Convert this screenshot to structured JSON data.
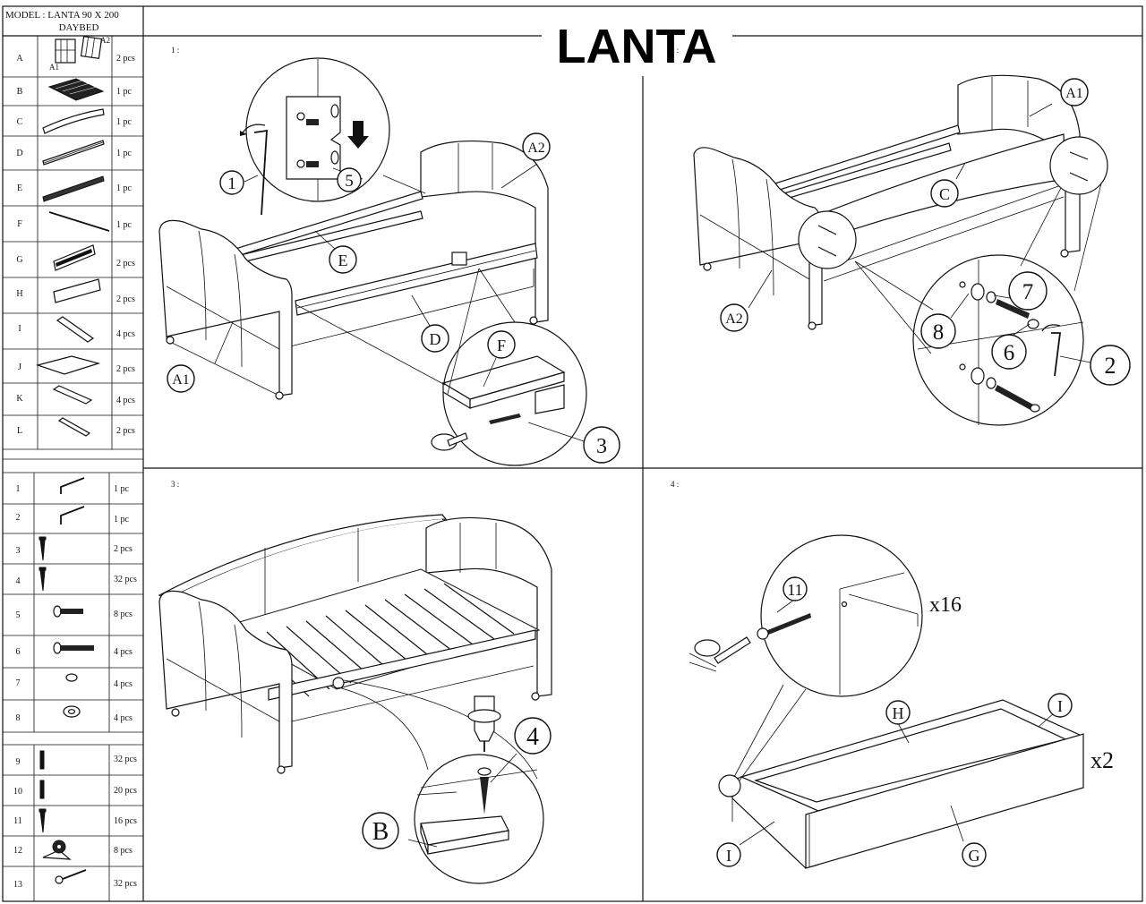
{
  "header": {
    "model_line1": "MODEL :  LANTA 90 X 200",
    "model_line2": "DAYBED",
    "brand_title": "LANTA"
  },
  "parts": [
    {
      "letter": "A",
      "qty": "2 pcs"
    },
    {
      "letter": "B",
      "qty": "1 pc"
    },
    {
      "letter": "C",
      "qty": "1 pc"
    },
    {
      "letter": "D",
      "qty": "1 pc"
    },
    {
      "letter": "E",
      "qty": "1 pc"
    },
    {
      "letter": "F",
      "qty": "1 pc"
    },
    {
      "letter": "G",
      "qty": "2 pcs"
    },
    {
      "letter": "H",
      "qty": "2 pcs"
    },
    {
      "letter": "I",
      "qty": "4 pcs"
    },
    {
      "letter": "J",
      "qty": "2 pcs"
    },
    {
      "letter": "K",
      "qty": "4 pcs"
    },
    {
      "letter": "L",
      "qty": "2 pcs"
    }
  ],
  "part_a_labels": {
    "a1": "A1",
    "a2": "A2"
  },
  "hardware_group1": [
    {
      "number": "1",
      "qty": "1 pc"
    },
    {
      "number": "2",
      "qty": "1 pc"
    },
    {
      "number": "3",
      "qty": "2 pcs"
    },
    {
      "number": "4",
      "qty": "32 pcs"
    },
    {
      "number": "5",
      "qty": "8 pcs"
    },
    {
      "number": "6",
      "qty": "4 pcs"
    },
    {
      "number": "7",
      "qty": "4 pcs"
    },
    {
      "number": "8",
      "qty": "4 pcs"
    }
  ],
  "hardware_group2": [
    {
      "number": "9",
      "qty": "32 pcs"
    },
    {
      "number": "10",
      "qty": "20 pcs"
    },
    {
      "number": "11",
      "qty": "16 pcs"
    },
    {
      "number": "12",
      "qty": "8 pcs"
    },
    {
      "number": "13",
      "qty": "32 pcs"
    }
  ],
  "steps": [
    {
      "number": "1 :"
    },
    {
      "number": "2 :"
    },
    {
      "number": "3 :"
    },
    {
      "number": "4 :"
    }
  ],
  "step1_callouts": {
    "c1": "1",
    "c5": "5",
    "a2": "A2",
    "e": "E",
    "d": "D",
    "a1": "A1",
    "f": "F",
    "c3": "3"
  },
  "step2_callouts": {
    "a1": "A1",
    "c": "C",
    "a2": "A2",
    "c7": "7",
    "c8": "8",
    "c6": "6",
    "c2": "2"
  },
  "step3_callouts": {
    "c4": "4",
    "b": "B"
  },
  "step4_callouts": {
    "c11": "11",
    "x16": "x16",
    "h": "H",
    "i_top": "I",
    "x2": "x2",
    "i_bottom": "I",
    "g": "G"
  }
}
